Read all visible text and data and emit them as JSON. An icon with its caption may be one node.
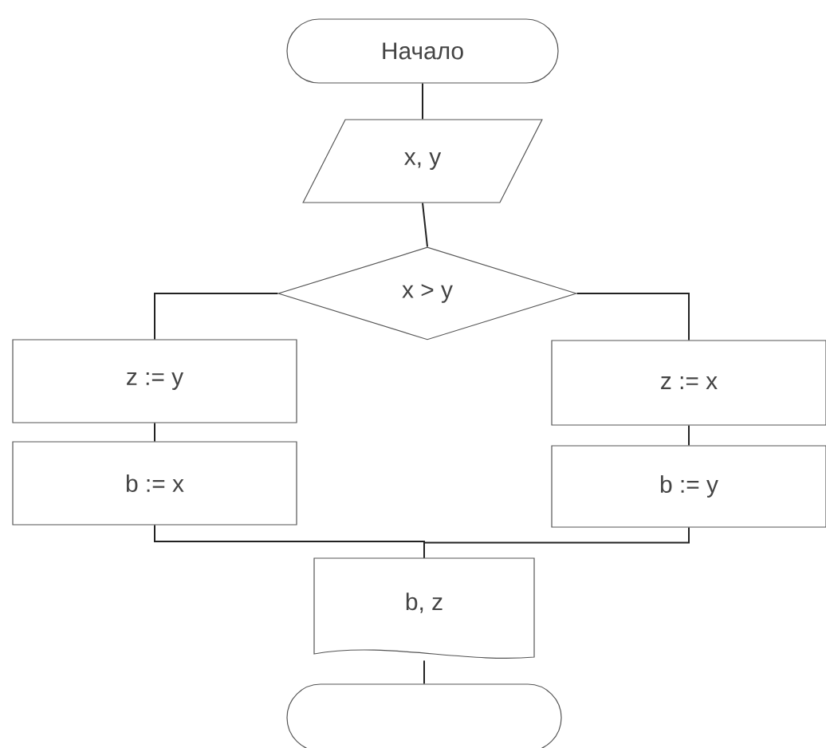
{
  "diagram": {
    "nodes": [
      {
        "text": [
          "Начало"
        ]
      },
      {
        "text": [
          "x, y"
        ]
      },
      {
        "text": [
          "x > y"
        ]
      },
      {
        "text": [
          "z := y"
        ]
      },
      {
        "text": [
          "b := x"
        ]
      },
      {
        "text": [
          "z := x"
        ]
      },
      {
        "text": [
          "b := y"
        ]
      },
      {
        "text": [
          "b, z"
        ]
      },
      {
        "text": [],
        "shape": "terminal"
      }
    ],
    "edges": [
      {
        "from": 0,
        "to": 1,
        "arrow": "none"
      },
      {
        "from": 1,
        "to": 2,
        "arrow": "none"
      },
      {
        "from": 2,
        "to": 3,
        "arrow": "none"
      },
      {
        "from": 2,
        "to": 5,
        "arrow": "none"
      },
      {
        "from": 3,
        "to": 4,
        "arrow": "none"
      },
      {
        "from": 5,
        "to": 6,
        "arrow": "none"
      },
      {
        "from": 4,
        "to": 7,
        "arrow": "none"
      },
      {
        "from": 6,
        "to": 7,
        "arrow": "none"
      },
      {
        "from": 7,
        "to": 8,
        "arrow": "none"
      }
    ]
  }
}
